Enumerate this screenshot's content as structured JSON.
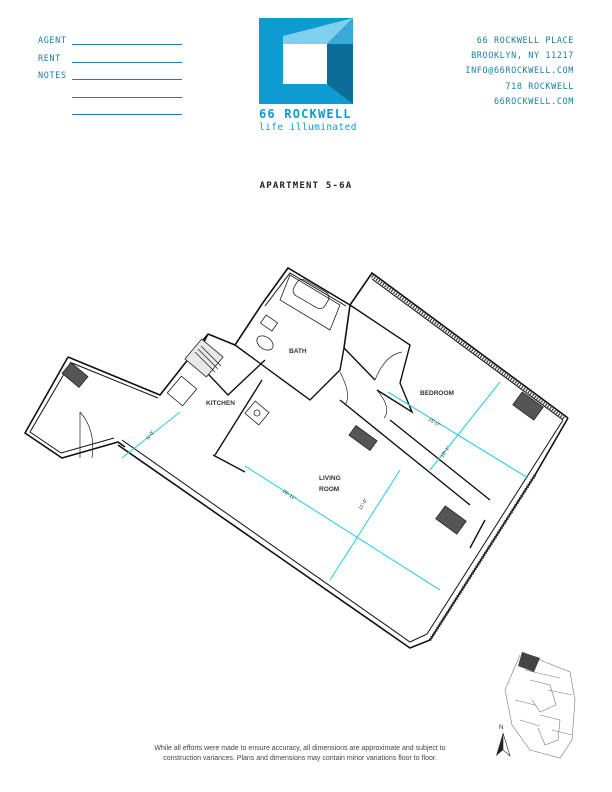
{
  "form": {
    "fields": [
      {
        "label": "AGENT"
      },
      {
        "label": "RENT"
      },
      {
        "label": "NOTES"
      }
    ]
  },
  "brand": {
    "name": "66 ROCKWELL",
    "tagline": "life illuminated",
    "colors": {
      "primary": "#0d9bd2",
      "light": "#7fd0ef",
      "dark": "#0a6e96",
      "accent": "#3aa8d8"
    }
  },
  "contact": {
    "lines": [
      "66 ROCKWELL PLACE",
      "BROOKLYN, NY 11217",
      "INFO@66ROCKWELL.COM",
      "718 ROCKWELL",
      "66ROCKWELL.COM"
    ]
  },
  "apartment": {
    "title": "APARTMENT 5-6A"
  },
  "plan": {
    "rooms": {
      "bath": "BATH",
      "kitchen": "KITCHEN",
      "bedroom": "BEDROOM",
      "living_line1": "LIVING",
      "living_line2": "ROOM"
    },
    "dimensions": {
      "living_length": "26'-11\"",
      "living_width": "11'-0\"",
      "bedroom_length": "15'-0\"",
      "bedroom_width": "10'-1\"",
      "kitchen_width": "5'-0\""
    },
    "dimension_color": "#2fd0e0",
    "north": "N"
  },
  "disclaimer": {
    "line1": "While all efforts were made to ensure accuracy, all dimensions are approximate and subject to",
    "line2": "construction variances. Plans and dimensions may contain minor variations floor to floor."
  }
}
